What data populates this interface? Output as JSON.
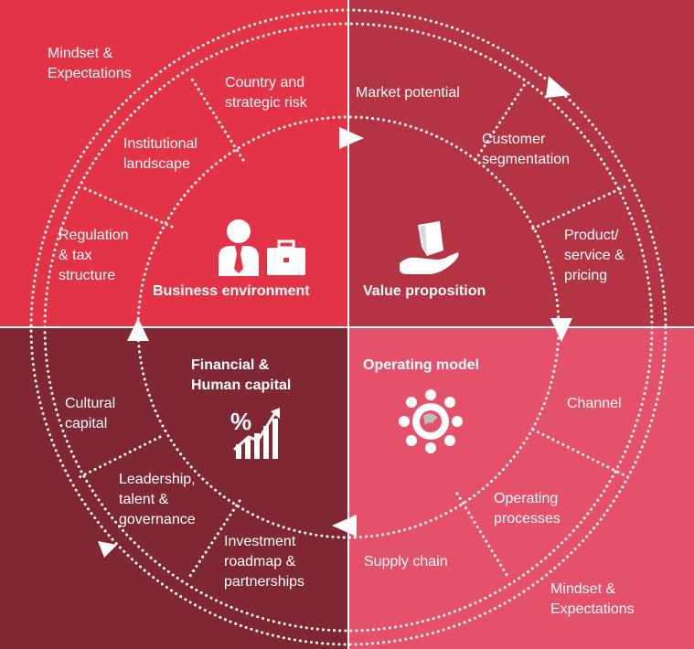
{
  "colors": {
    "business": "#e23446",
    "value": "#b43443",
    "financial": "#802734",
    "operating": "#e5506a",
    "line": "#ffffff"
  },
  "quadrants": {
    "business": {
      "title": "Business environment",
      "icon": "businessman-briefcase-icon"
    },
    "value": {
      "title": "Value proposition",
      "icon": "hand-holding-tag-icon"
    },
    "financial": {
      "title_line1": "Financial &",
      "title_line2": "Human capital",
      "icon": "percent-growth-chart-icon"
    },
    "operating": {
      "title": "Operating model",
      "icon": "gear-network-icon"
    }
  },
  "outer_labels": {
    "top_left": {
      "line1": "Mindset &",
      "line2": "Expectations"
    },
    "bottom_right": {
      "line1": "Mindset &",
      "line2": "Expectations"
    }
  },
  "segments": {
    "country": {
      "line1": "Country and",
      "line2": "strategic risk"
    },
    "institutional": {
      "line1": "Institutional",
      "line2": "landscape"
    },
    "regulation": {
      "line1": "Regulation",
      "line2": "& tax",
      "line3": "structure"
    },
    "market": {
      "line1": "Market potential"
    },
    "customer": {
      "line1": "Customer",
      "line2": "segmentation"
    },
    "product": {
      "line1": "Product/",
      "line2": "service &",
      "line3": "pricing"
    },
    "channel": {
      "line1": "Channel"
    },
    "operating_processes": {
      "line1": "Operating",
      "line2": "processes"
    },
    "supply": {
      "line1": "Supply chain"
    },
    "cultural": {
      "line1": "Cultural",
      "line2": "capital"
    },
    "leadership": {
      "line1": "Leadership,",
      "line2": "talent &",
      "line3": "governance"
    },
    "investment": {
      "line1": "Investment",
      "line2": "roadmap &",
      "line3": "partnerships"
    }
  }
}
